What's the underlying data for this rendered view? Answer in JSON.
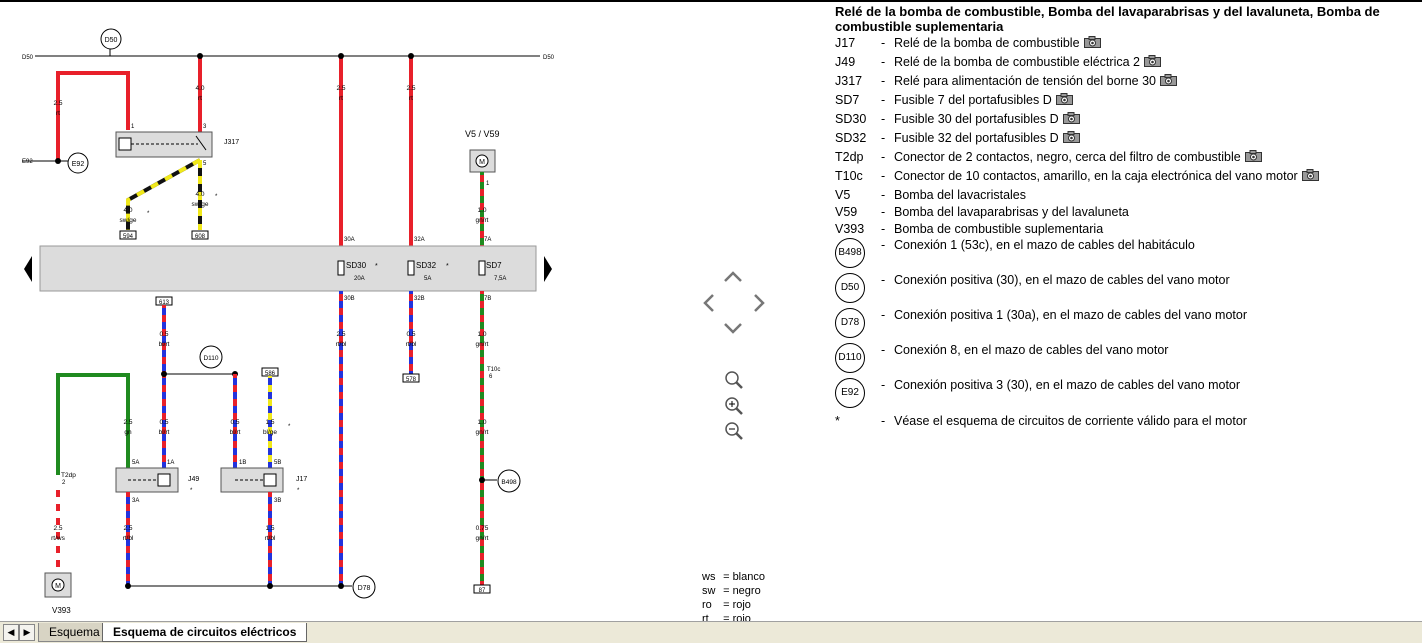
{
  "legend": {
    "title": "Relé de la bomba de combustible, Bomba del lavaparabrisas y del lavaluneta, Bomba de combustible suplementaria",
    "items": [
      {
        "code": "J17",
        "desc": "Relé de la bomba de combustible",
        "camera": true
      },
      {
        "code": "J49",
        "desc": "Relé de la bomba de combustible eléctrica 2",
        "camera": true
      },
      {
        "code": "J317",
        "desc": "Relé para alimentación de tensión del borne 30",
        "camera": true
      },
      {
        "code": "SD7",
        "desc": "Fusible 7 del portafusibles D",
        "camera": true
      },
      {
        "code": "SD30",
        "desc": "Fusible 30 del portafusibles D",
        "camera": true
      },
      {
        "code": "SD32",
        "desc": "Fusible 32 del portafusibles D",
        "camera": true
      },
      {
        "code": "T2dp",
        "desc": "Conector de 2 contactos, negro, cerca del filtro de combustible",
        "camera": true
      },
      {
        "code": "T10c",
        "desc": "Conector de 10 contactos, amarillo, en la caja electrónica del vano motor",
        "camera": true
      },
      {
        "code": "V5",
        "desc": "Bomba del lavacristales",
        "camera": false
      },
      {
        "code": "V59",
        "desc": "Bomba del lavaparabrisas y del lavaluneta",
        "camera": false
      },
      {
        "code": "V393",
        "desc": "Bomba de combustible suplementaria",
        "camera": false
      }
    ],
    "connections": [
      {
        "code": "B498",
        "desc": "Conexión 1 (53c), en el mazo de cables del habitáculo"
      },
      {
        "code": "D50",
        "desc": "Conexión positiva (30), en el mazo de cables del vano motor"
      },
      {
        "code": "D78",
        "desc": "Conexión positiva 1 (30a), en el mazo de cables del vano motor"
      },
      {
        "code": "D110",
        "desc": "Conexión 8, en el mazo de cables del vano motor"
      },
      {
        "code": "E92",
        "desc": "Conexión positiva 3 (30), en el mazo de cables del vano motor"
      }
    ],
    "note": {
      "code": "*",
      "desc": "Véase el esquema de circuitos de corriente válido para el motor"
    },
    "dash": "-"
  },
  "colors_key": [
    {
      "abbr": "ws",
      "eq": "=",
      "name": "blanco"
    },
    {
      "abbr": "sw",
      "eq": "=",
      "name": "negro"
    },
    {
      "abbr": "ro",
      "eq": "=",
      "name": "rojo"
    },
    {
      "abbr": "rt",
      "eq": "=",
      "name": "rojo"
    }
  ],
  "tabs": [
    {
      "label": "Esquema",
      "active": false
    },
    {
      "label": "Esquema de circuitos eléctricos",
      "active": true
    }
  ],
  "diagram": {
    "rail_label_left": "D50",
    "rail_label_right": "D50",
    "conn_d50": "D50",
    "conn_e92": "E92",
    "conn_d110": "D110",
    "conn_b498": "B498",
    "conn_d78": "D78",
    "e92_rail": "E92",
    "j317": "J317",
    "j49": "J49",
    "j17": "J17",
    "t2dp": "T2dp",
    "t2dp_pin": "2",
    "t10c": "T10c",
    "t10c_pin": "6",
    "v5v59": "V5 / V59",
    "v393": "V393",
    "motor_m": "M",
    "star": "*",
    "fuses": [
      {
        "name": "SD30",
        "amp": "20A",
        "top": "30A",
        "bot": "30B"
      },
      {
        "name": "SD32",
        "amp": "5A",
        "top": "32A",
        "bot": "32B"
      },
      {
        "name": "SD7",
        "amp": "7,5A",
        "top": "7A",
        "bot": "7B"
      }
    ],
    "boxes": {
      "b594": "594",
      "b608": "608",
      "b613": "613",
      "b586": "586",
      "b578": "578",
      "b87": "87"
    },
    "pins": {
      "j317_1": "1",
      "j317_3": "3",
      "j317_5": "5",
      "j49_5a": "5A",
      "j49_1a": "1A",
      "j49_3a": "3A",
      "j17_1b": "1B",
      "j17_5b": "5B",
      "j17_3b": "3B",
      "v5_1": "1"
    },
    "wires": {
      "w1_size": "2.5",
      "w1_col": "rt",
      "w2_size": "4.0",
      "w2_col": "rt",
      "w3_size": "2.5",
      "w3_col": "rt",
      "w4_size": "2.5",
      "w4_col": "rt",
      "w5_size": "4.0",
      "w5_col": "sw/ge",
      "w6_size": "4.0",
      "w6_col": "sw/ge",
      "w7_size": "1.0",
      "w7_col": "gn/rt",
      "w8_size": "2.5",
      "w8_col": "rt/bl",
      "w9_size": "0.5",
      "w9_col": "rt/bl",
      "w10_size": "1.0",
      "w10_col": "gn/rt",
      "w11_size": "0.5",
      "w11_col": "bl/rt",
      "w12_size": "2.5",
      "w12_col": "gn",
      "w13_size": "0.5",
      "w13_col": "bl/rt",
      "w14_size": "0.5",
      "w14_col": "bl/rt",
      "w15_size": "1.5",
      "w15_col": "bl/ge",
      "w16_size": "1.0",
      "w16_col": "gn/rt",
      "w17_size": "2.5",
      "w17_col": "rt/ws",
      "w18_size": "2.5",
      "w18_col": "rt/bl",
      "w19_size": "1.5",
      "w19_col": "rt/bl",
      "w20_size": "0.75",
      "w20_col": "gn/rt"
    }
  }
}
